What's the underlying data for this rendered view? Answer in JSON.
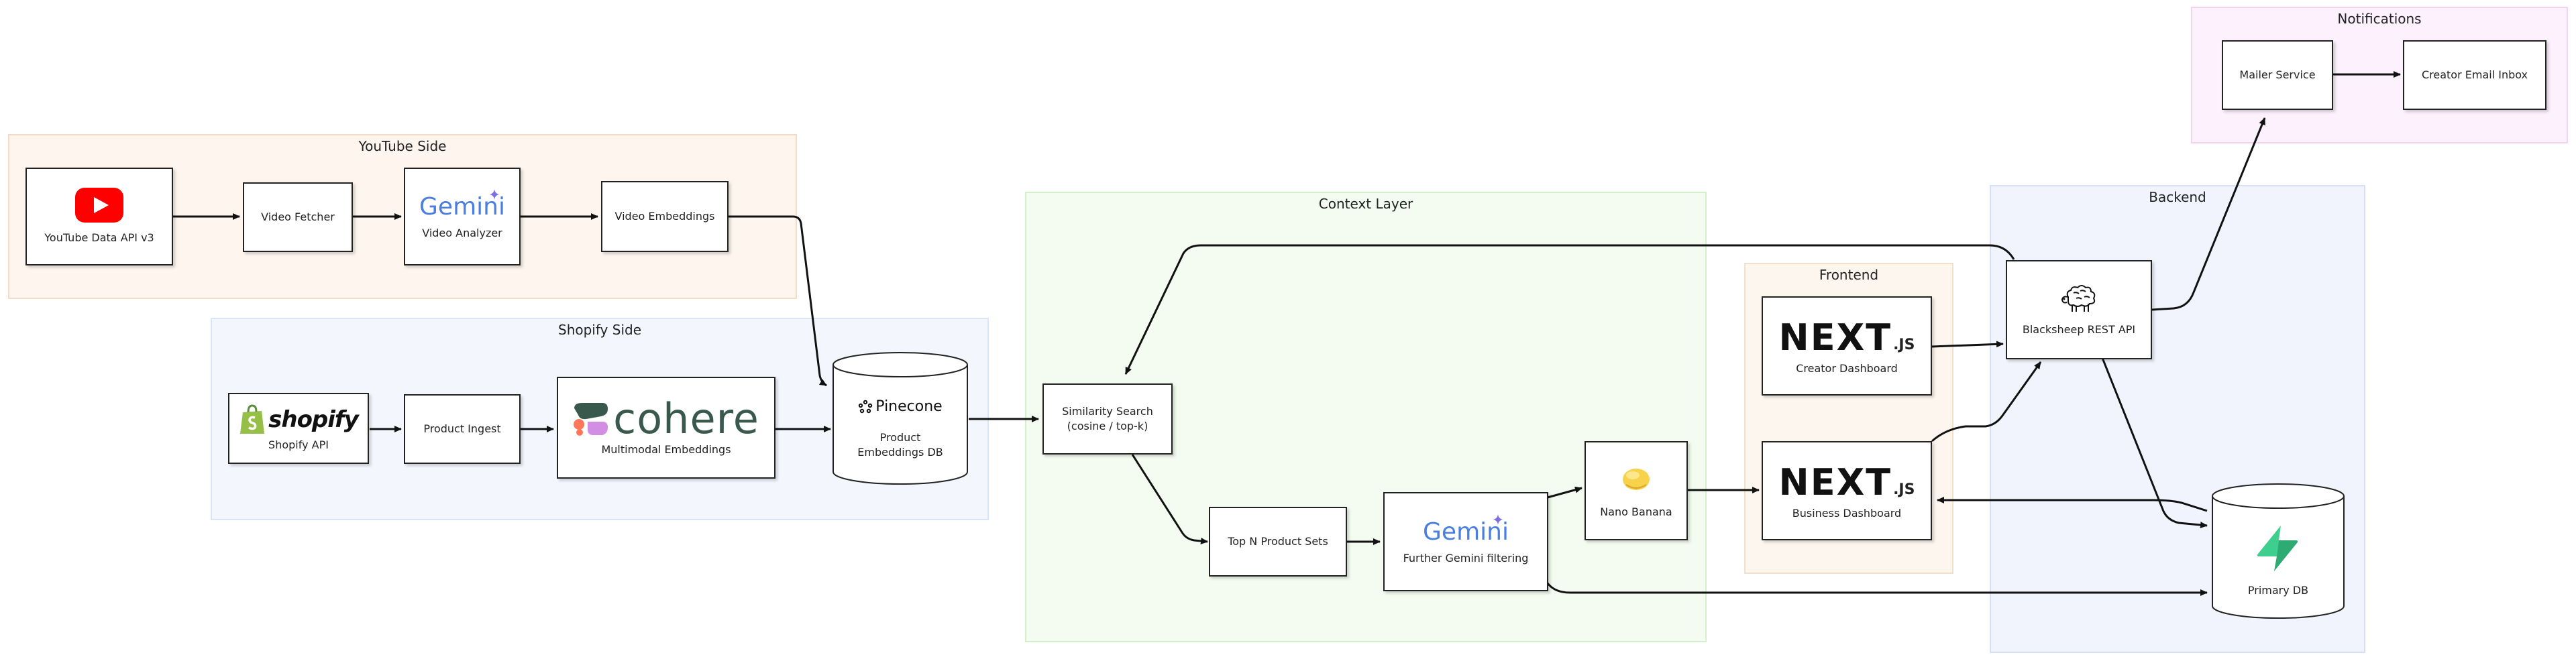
{
  "groups": {
    "youtube": "YouTube Side",
    "shopify": "Shopify Side",
    "context": "Context Layer",
    "frontend": "Frontend",
    "backend": "Backend",
    "notifications": "Notifications"
  },
  "nodes": {
    "youtube_api": "YouTube Data API v3",
    "video_fetcher": "Video Fetcher",
    "video_analyzer": "Video Analyzer",
    "video_embeddings": "Video Embeddings",
    "shopify_api": "Shopify API",
    "product_ingest": "Product Ingest",
    "multimodal_embeddings": "Multimodal Embeddings",
    "product_embeddings_db": "Product\nEmbeddings DB",
    "similarity_search": "Similarity Search\n(cosine / top-k)",
    "top_n": "Top N Product Sets",
    "gemini_filter": "Further Gemini filtering",
    "nano_banana": "Nano Banana",
    "creator_dashboard": "Creator Dashboard",
    "business_dashboard": "Business Dashboard",
    "rest_api": "Blacksheep REST API",
    "primary_db": "Primary DB",
    "mailer": "Mailer Service",
    "creator_inbox": "Creator Email Inbox"
  },
  "logos": {
    "gemini": "Gemini",
    "shopify": "shopify",
    "cohere": "cohere",
    "pinecone": "Pinecone",
    "next": "NEXT",
    "next_js": ".JS"
  },
  "icons": {
    "youtube": "youtube-logo-icon",
    "gemini": "gemini-logo-icon",
    "shopify": "shopify-bag-icon",
    "cohere": "cohere-logo-icon",
    "pinecone": "pinecone-logo-icon",
    "nano_banana": "banana-icon",
    "next": "nextjs-logo-icon",
    "sheep": "sheep-icon",
    "supabase": "supabase-bolt-icon"
  },
  "colors": {
    "youtube_red": "#ff0000",
    "gemini_blue": "#4a7fe0",
    "shopify_green": "#95bf47",
    "cohere_dark": "#39594d",
    "supabase_green": "#3ecf8e",
    "banana_yellow": "#f7d24a"
  }
}
